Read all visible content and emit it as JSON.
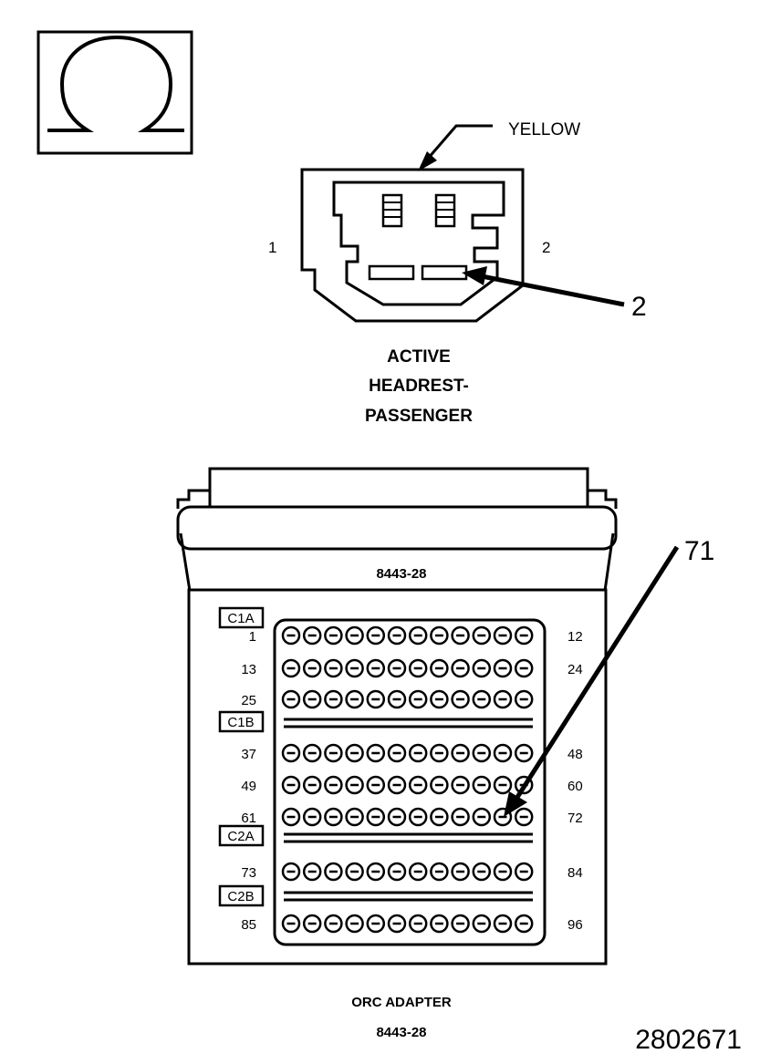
{
  "symbol": {
    "icon": "ohm-icon"
  },
  "headrest_connector": {
    "wire_color": "YELLOW",
    "pin_left": "1",
    "pin_right": "2",
    "callout": "2",
    "title_lines": [
      "ACTIVE",
      "HEADREST-",
      "PASSENGER"
    ]
  },
  "adapter": {
    "part_number_top": "8443-28",
    "callout": "71",
    "groups": [
      {
        "label": "C1A",
        "rows": [
          {
            "left": "1",
            "right": "12"
          },
          {
            "left": "13",
            "right": "24"
          },
          {
            "left": "25",
            "right": ""
          }
        ]
      },
      {
        "label": "C1B",
        "rows": [
          {
            "left": "37",
            "right": "48"
          },
          {
            "left": "49",
            "right": "60"
          },
          {
            "left": "61",
            "right": "72"
          }
        ]
      },
      {
        "label": "C2A",
        "rows": [
          {
            "left": "73",
            "right": "84"
          }
        ]
      },
      {
        "label": "C2B",
        "rows": [
          {
            "left": "85",
            "right": "96"
          }
        ]
      }
    ],
    "title": "ORC ADAPTER",
    "part_number_bottom": "8443-28"
  },
  "figure_number": "2802671"
}
